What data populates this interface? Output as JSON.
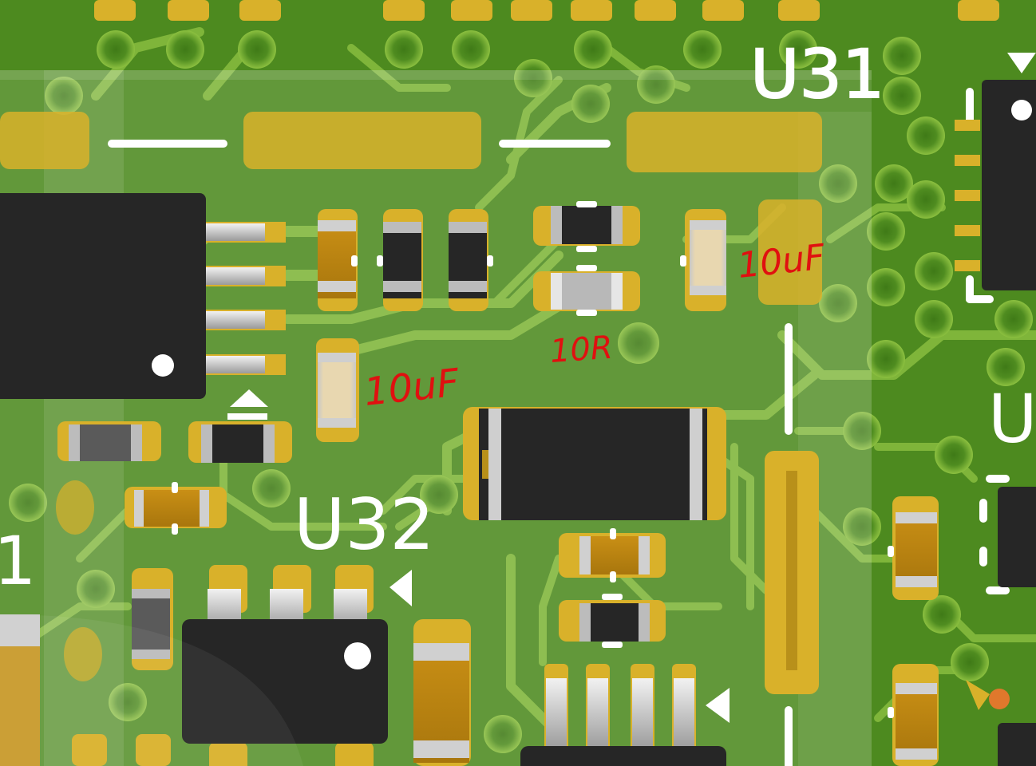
{
  "board": {
    "colors": {
      "soldermask": "#4d8a1f",
      "copper_pour": "#5c9a26",
      "trace": "#7fb53a",
      "pad": "#d9b12a",
      "pad_dark": "#b8901a",
      "via": "#7fb53a",
      "component_body": "#262626",
      "silkscreen": "#ffffff",
      "annotation": "#e01010"
    },
    "designators": {
      "u31": "U31",
      "u32": "U32",
      "u_partial_right": "U",
      "partial_left": "1"
    },
    "annotations": {
      "cap_left": "10uF",
      "cap_right": "10uF",
      "resistor": "10R"
    }
  }
}
